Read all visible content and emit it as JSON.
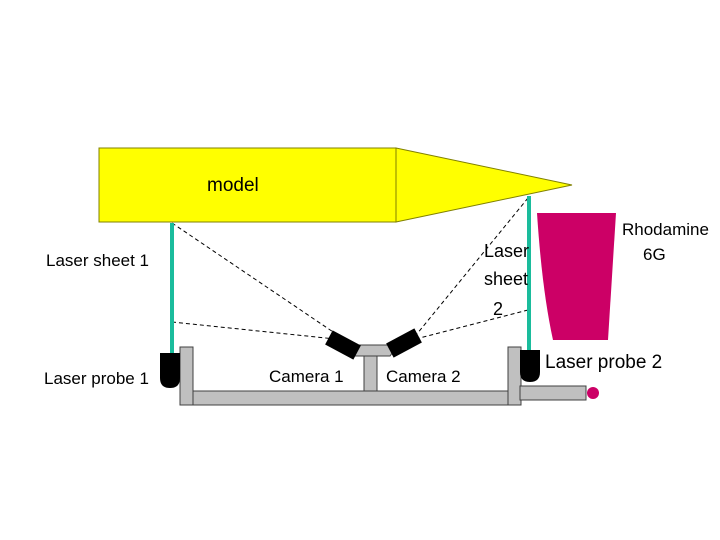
{
  "labels": {
    "model": "model",
    "laser_sheet_1": "Laser sheet 1",
    "laser_sheet_2_line1": "Laser",
    "laser_sheet_2_line2": "sheet",
    "laser_sheet_2_line3": "2",
    "rhodamine_line1": "Rhodamine",
    "rhodamine_line2": "6G",
    "laser_probe_1": "Laser probe 1",
    "laser_probe_2": "Laser probe 2",
    "camera_1": "Camera 1",
    "camera_2": "Camera 2"
  },
  "colors": {
    "model_fill": "#ffff00",
    "laser_sheet": "#1abc9c",
    "rhodamine": "#cc0066",
    "rig_fill": "#c0c0c0",
    "probe": "#000000",
    "end_knob": "#cc0066"
  }
}
